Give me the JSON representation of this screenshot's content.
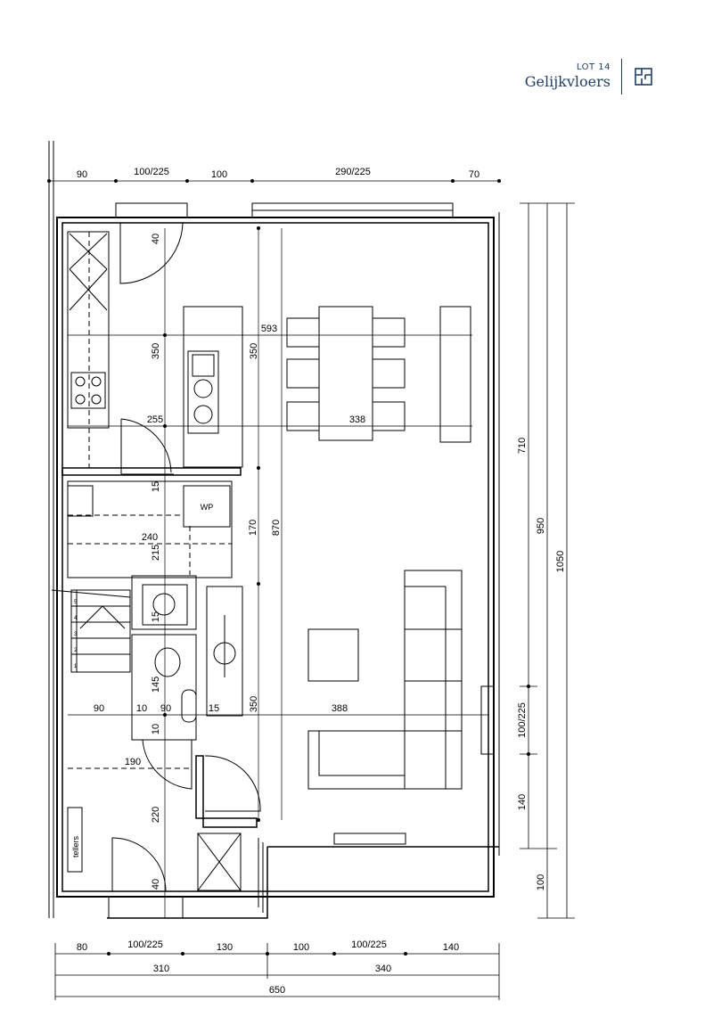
{
  "header": {
    "lot": "LOT 14",
    "title": "Gelijkvloers",
    "icon": "floorplan-icon"
  },
  "plan": {
    "top_dimensions": [
      "90",
      "100/225",
      "100",
      "290/225",
      "70"
    ],
    "bottom_dimensions_row1": [
      "80",
      "100/225",
      "130",
      "100",
      "100/225",
      "140"
    ],
    "bottom_dimensions_row2": [
      "310",
      "340"
    ],
    "bottom_dimensions_row3": [
      "650"
    ],
    "right_dimensions_col1": [
      "710",
      "100/225",
      "140"
    ],
    "right_dimensions_col2": [
      "950"
    ],
    "right_dimensions_col3": [
      "1050"
    ],
    "right_dimensions_outer": [
      "100"
    ],
    "interior_dimensions": {
      "d40_top": "40",
      "d350_a": "350",
      "d350_b": "350",
      "d593": "593",
      "d255": "255",
      "d338": "338",
      "d15_a": "15",
      "d170": "170",
      "d870": "870",
      "d240": "240",
      "d215": "215",
      "d15_b": "15",
      "d145": "145",
      "d90_left": "90",
      "d10_a": "10",
      "d90_mid": "90",
      "d15_c": "15",
      "d350_c": "350",
      "d388": "388",
      "d10_b": "10",
      "d190": "190",
      "d220": "220",
      "d40_bottom": "40"
    },
    "labels": {
      "wp": "WP",
      "tellers": "tellers"
    },
    "stairs": [
      "5",
      "4",
      "3",
      "2",
      "1"
    ],
    "colors": {
      "line": "#000000",
      "accent": "#1f3f63"
    }
  }
}
